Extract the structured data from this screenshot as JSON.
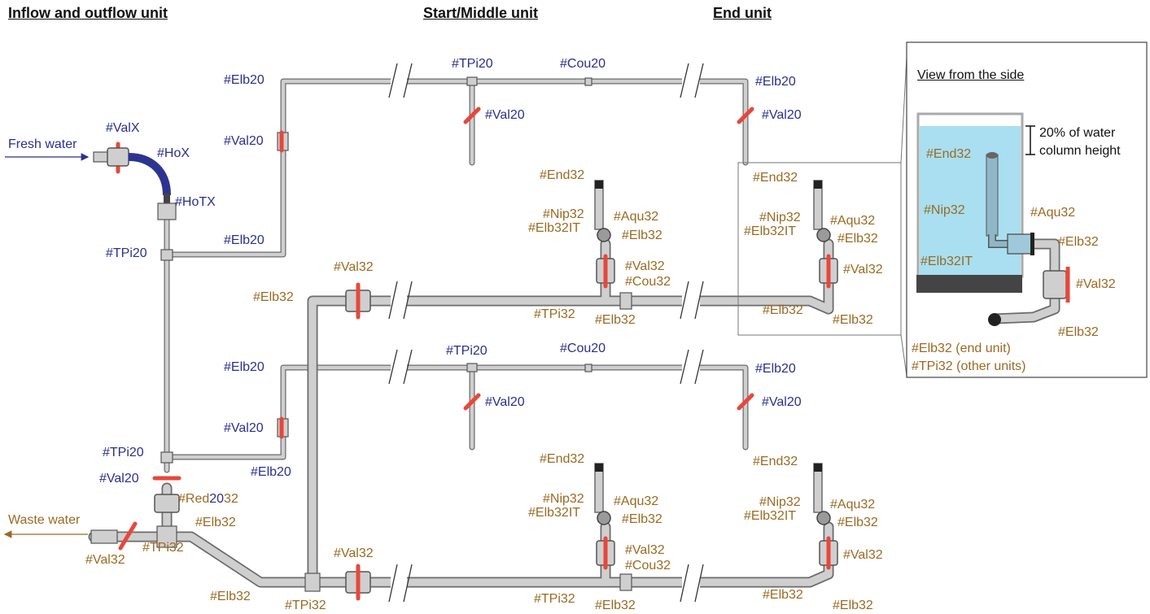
{
  "headers": {
    "inflow_outflow": "Inflow and outflow unit",
    "start_middle": "Start/Middle unit",
    "end": "End unit"
  },
  "colors": {
    "pipe_fill": "#c9c9c9",
    "pipe_stroke": "#6b6b6b",
    "valve_red": "#e8473a",
    "hose_blue": "#2b3590",
    "label_blue": "#2b2f8f",
    "label_orange": "#9a6a22",
    "water": "#a9dff0"
  },
  "flow": {
    "fresh_water": "Fresh water",
    "waste_water": "Waste water"
  },
  "inset": {
    "title": "View from the side",
    "height_note_line1": "20% of water",
    "height_note_line2": "column height",
    "end32": "#End32",
    "nip32": "#Nip32",
    "aqu32": "#Aqu32",
    "elb32it": "#Elb32IT",
    "elb32_top": "#Elb32",
    "val32": "#Val32",
    "elb32_bottom": "#Elb32",
    "end_note": "#Elb32 (end unit)",
    "other_note": "#TPi32 (other units)"
  },
  "labels": {
    "valx": "#ValX",
    "hox": "#HoX",
    "hotx": "#HoTX",
    "tpi20_a": "#TPi20",
    "elb20_a": "#Elb20",
    "val20_a": "#Val20",
    "elb20_b": "#Elb20",
    "tpi20_top": "#TPi20",
    "cou20_top": "#Cou20",
    "val20_top": "#Val20",
    "elb20_top_end": "#Elb20",
    "val20_top_end": "#Val20",
    "end32_u1": "#End32",
    "nip32_u1": "#Nip32",
    "aqu32_u1": "#Aqu32",
    "elb32it_u1": "#Elb32IT",
    "elb32_u1": "#Elb32",
    "val32_u1": "#Val32",
    "cou32_u1": "#Cou32",
    "tpi32_u1": "#TPi32",
    "elb32_u1b": "#Elb32",
    "end32_e1": "#End32",
    "nip32_e1": "#Nip32",
    "aqu32_e1": "#Aqu32",
    "elb32it_e1": "#Elb32IT",
    "elb32_e1": "#Elb32",
    "val32_e1": "#Val32",
    "elb32_e1a": "#Elb32",
    "elb32_e1b": "#Elb32",
    "val32_ret_top": "#Val32",
    "elb32_ret_top": "#Elb32",
    "elb20_c": "#Elb20",
    "val20_c": "#Val20",
    "tpi20_b": "#TPi20",
    "elb20_d": "#Elb20",
    "tpi20_mid": "#TPi20",
    "cou20_mid": "#Cou20",
    "val20_mid": "#Val20",
    "elb20_mid_end": "#Elb20",
    "val20_mid_end": "#Val20",
    "val20_in": "#Val20",
    "red2032_a": "#Red",
    "red2032_b": "20",
    "red2032_c": "32",
    "elb32_w": "#Elb32",
    "tpi32_w": "#TPi32",
    "val32_w": "#Val32",
    "elb32_bl": "#Elb32",
    "tpi32_bl": "#TPi32",
    "val32_bl": "#Val32",
    "end32_u2": "#End32",
    "nip32_u2": "#Nip32",
    "aqu32_u2": "#Aqu32",
    "elb32it_u2": "#Elb32IT",
    "elb32_u2": "#Elb32",
    "val32_u2": "#Val32",
    "cou32_u2": "#Cou32",
    "tpi32_u2": "#TPi32",
    "elb32_u2b": "#Elb32",
    "end32_e2": "#End32",
    "nip32_e2": "#Nip32",
    "aqu32_e2": "#Aqu32",
    "elb32it_e2": "#Elb32IT",
    "elb32_e2": "#Elb32",
    "val32_e2": "#Val32",
    "elb32_e2a": "#Elb32",
    "elb32_e2b": "#Elb32"
  }
}
